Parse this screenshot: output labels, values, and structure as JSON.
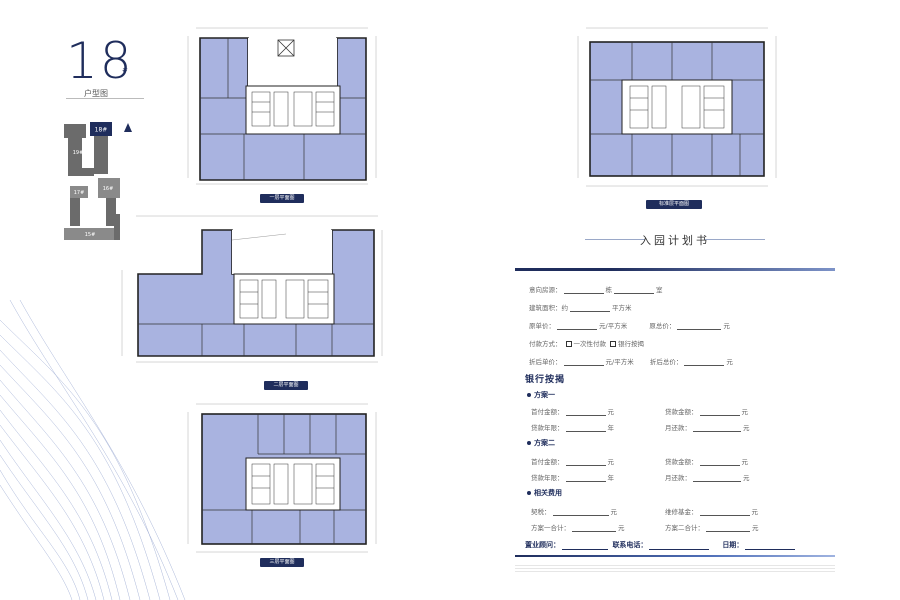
{
  "brand": {
    "number": "18",
    "suffix": "#",
    "subtitle": "户型图",
    "subtitle_en": ""
  },
  "keyplan": {
    "current": "18#",
    "labels": [
      "19#",
      "16#",
      "17#",
      "15#"
    ]
  },
  "plans": [
    {
      "tag": "一层平面图"
    },
    {
      "tag": "二层平面图"
    },
    {
      "tag": "三层平面图"
    },
    {
      "tag": "标准层平面图"
    }
  ],
  "form": {
    "title": "入园计划书",
    "rows": {
      "room": {
        "a": "意向房源：",
        "b": "栋",
        "c": "室"
      },
      "area": {
        "a": "建筑面积：约",
        "b": "平方米"
      },
      "unit_price": {
        "a": "原单价：",
        "b": "元/平方米",
        "c": "原总价：",
        "d": "元"
      },
      "payment": {
        "a": "付款方式：",
        "b": "一次性付款",
        "c": "银行按揭"
      },
      "discount": {
        "a": "折后单价：",
        "b": "元/平方米",
        "c": "折后总价：",
        "d": "元"
      }
    },
    "bank_section": "银行按揭",
    "plan1": {
      "title": "方案一",
      "down": "首付金额：",
      "loan": "贷款金额：",
      "years": "贷款年限：",
      "monthly": "月还款：",
      "yuan": "元",
      "nian": "年"
    },
    "plan2": {
      "title": "方案二",
      "down": "首付金额：",
      "loan": "贷款金额：",
      "years": "贷款年限：",
      "monthly": "月还款：",
      "yuan": "元",
      "nian": "年"
    },
    "fees": {
      "title": "相关费用",
      "deed": "契税：",
      "maint": "维修基金：",
      "total1": "方案一合计：",
      "total2": "方案二合计：",
      "yuan": "元"
    },
    "signature": {
      "consultant": "置业顾问：",
      "phone": "联系电话：",
      "date": "日期："
    }
  },
  "colors": {
    "navy": "#1f2d5c",
    "room_fill": "#a9b3e0",
    "wall": "#222222"
  }
}
